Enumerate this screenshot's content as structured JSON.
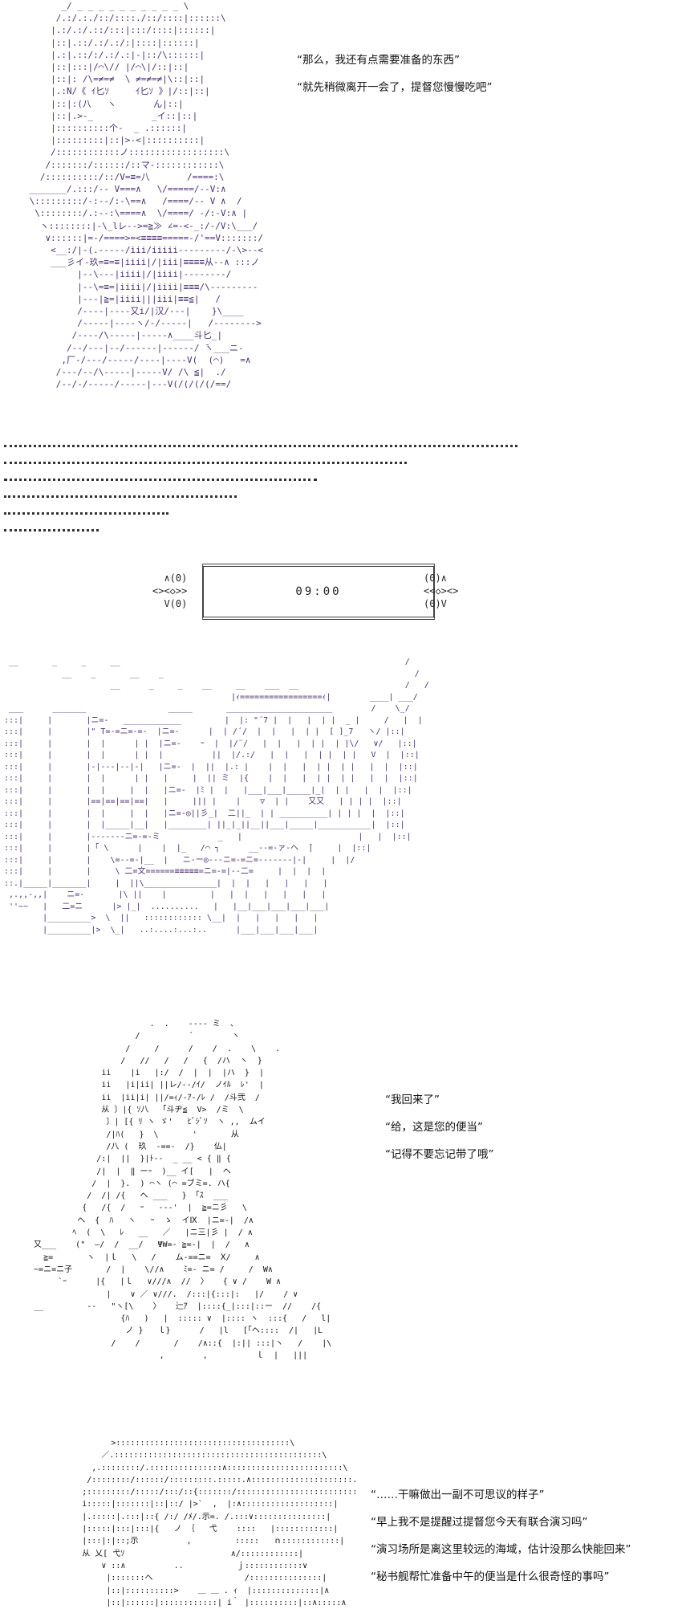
{
  "scene1": {
    "art": "       _/ _ _ _ _ _ _ _ _ _ _ \\\n      /.:/.:./::/::::./::/::::|::::::\\\n     |.:/.:/.::/:::|:::/::::|::::::|\n     |::|.::/.:/.:/:|::::|::::::|\n     |.:|.::/:/.:/.:|-|::/\\::::::|\n     |::|:::|/⌒\\// |/⌒\\|/::|::|\n     |::|: /\\=≠=≠  \\ ≠=≠=≠|\\::|::|\n     |.:N/《 ｲ匕ｿ     ｲ匕ｿ 》|/::|::|\n     |::|:(八   ヽ       ん|::|\n     |::|.>-_           _イ::|::|\n     |::::::::::个-  _ .::::::| \n     |:::::::::|::|>-<|::::::::::|\n     /::::::::::::ノ::::::::::::::::::\\\n    /:::::::/::::::/::マ-::::::::::::\\\n   /::::::::::/::/V=≡=八       /====:\\\n _______/.:::/-- V===∧   \\/=====/--V:∧\n \\:::::::::/-:--/:-\\==∧   /====/-- V ∧  /\n  \\::::::::/.:--:\\====∧  \\/====/ -/:-V:∧ |\n   ヽ::::::::|-\\_lレ-->=≧≫ ∠=-<-_:/-/V:\\___/\n    ∨::::::|=-/====>=<≡≡≡≡=====-/'==V:::::::/\n     <__:/|-(.-----/iii/iiiii---------/-\\>--<\n     ___彡イ-玖=≡=≡|iiii|/|iii|≡≡≡≡从--∧ :::ノ\n          |--\\---|iiii|/|iiii|--------/\n          |--\\=≡=|iiii|/|iiii|≡≡≡/\\---------\n          |---|≧=|iiii|||iii|≡≡≦|   /\n          /----|----又i/|汉/---|    }\\____\n          /-----|----ヽ/-/-----|   /-------->\n         /----/\\-----|-----∧____斗匕_|\n        /--/---|--/------|------/ ̄ヽ___ニ-\n       ,厂-/---/-----/----|----V(  (⌒)   =∧\n      /---/--/\\-----|-----V/ /\\ ≦|  ./\n      /--/-/-----/-----|---V(/(/(/(/==/"
  },
  "dialogue1": {
    "line1": "“那么，我还有点需要准备的东西”",
    "line2": "“就先稍微离开一会了，提督您慢慢吃吧”"
  },
  "clock": {
    "left_deco": "  ∧(0)\n<><◇>>\n  V(0)",
    "right_deco": "(0)∧\n<<◇><>\n(0)V",
    "time": "09:00"
  },
  "scene2": {
    "art": " __       _     _     __                                                           /\n            __    _       __    _                                                    /\n                      __      _     _    __     __    ___  __                      /   /\n                                               |ｨ=================ｨ|        ____| ___/\n ___      _______                 _____       ______________________        /    \\_/\n:::|     |       |ニ=-   ____________         |  |: \"´7 |  |   |  | |  _ |     /   |  |\n:::|     |       |\" T=-=ニ=-=-  |ニ=-      |  | /´/  |  |   |  | |  [ ]_7   ヽ/ |::|\n:::|     |       |  |      | |  |ニ=-    ｰ  |  |/¨/   |  |   |  | |  | |\\/   ∨/   |::|\n:::|     |       |  |      | |  |          ||  |/.:/   |  |   |  | |  | |   V  |  |::|\n:::|     |       |-|---|--|-|   |ニ=-  |  ||  |.: |    |  |   |  | |  | |   |  |  |::|\n:::|     |       |  |      | |   |     |  || ミ  |{    |  |   |  | |  | |   |  |  |::|\n:::|     |       |  |     |  |   |ニ=-  |ﾐ |  |   |___|___|_____|_|  | |   |  |  |::|\n:::|     |       |==|==|==|==|   |     ||| |    |    ▽  | |    又又   | | | |  |::|\n:::|     |       |  |     |  |   |ニ=-◎||彡_|  二||_  | | __________| | | |  |  |::|\n:::|     |       |  |_____|__|   |________| ||_|_||__||___|_____|___________|  |::|\n:::|     |       |-------ニ=-=-ミ            _   |                        |   |  |::|\n:::|     |       |「 \\      |    |  |_   /⌒ ┐      __--=-ァ-ヘ  ̄|     |  |::|\n:::|     |       |    \\=--=-|__  |   ニ-ー◎---ニ=-=ニ=-------|-|     |  |/\n:::|     |       |     \\ 二=文======≡≡≡≡≡=ニ=-=|--二=     |  |  |  |\n::.|_____|_______|     |  ||\\_______________|  |  |   |   |   |   |\n ,.,,-,,|    ニ=-       |\\ ||    |         |   |  |   |   |   |   |\n ''~~   |   二=ニ      |> |_|  ..........   |   |__|___|___|___|___|\n        |_________>  \\  ||   :::::::::::: \\__|  |   |   |   |   |\n        |_________|>  \\_|   ..:....:...:..      |___|___|___|___|"
  },
  "scene3": {
    "art": "                          .  .    ---- ミ  、\n                       /          ´        ヽ\n                     /     /      /    /  .    \\    .\n                    /   //   /   /   {  /ハ  ヽ  }\n                ii    |i   |:/  /  |  |  |ハ  }  |\n                ii   |i|ii| ||レ/--/ｲ/  ノｲﾙ  ﾚ'  |\n                ii  |ii|i| ||/=ｨ/-ｱ-/ﾚ /  /斗弐  /\n                从 〕|{ ｿ八  「斗ヂ≦  V>  /ミ  \\\n                 〕| [{ ﾘ ヽ ゞ'   ﾋﾞｼﾞｿ  ヽ ,,  ムイ\n                 /|ﾊ(   }  \\       '       从\n                 /八 (  玖  ‐==‐  /}    仏|\n               /:|  ||  }|ﾄ--  _ __ < { ‖ {\n               /|  |  ‖ ーｰ  )__ イ[   |  ヘ\n              /  |  }.  ) ⌒ヽ (⌒ =ブミ=. ハ{\n             /  /| /{   ヘ ___   } 「ｽ  ___\n            {   /{  /   ｰ   ---'  |  ≧=ニ彡   \\\n           ヘ  {  ﾊ   ヽ   ｰ  ゝ  イⅨ  |ニ=-|  /∧\n          ﾍ  (  \\   ﾚ   __   ／   |ニ三|彡 |  / ∧\n  又___    (\"  ―/  /  __/   ΨW=- ≧=-|  |  /   ∧\n    ≧=       ヽ  |ｌ   \\   /    ム-==ニ=  Ⅹ/     ∧\n  ~=ニ=ニ子       /  |    \\//∧    ﾐ=- ニ= /     /  W∧\n       `ｰ      |{   |ｌ   ∨///∧  //  〉   { ∨ /    W ∧\n                 |    ∨ ／ ∨///.  /:::|{:::|:   |/    / ∨\n  __         --   \"ヽ[\\    〉   辷ｱ  |::::{_|:::|::ー  //    /{\n                    {ﾊ   )   |  ::::: ∨  |:::: ヽ  :::{   /   l|\n                     ノ }   ｌ}      /   |l   [｢ヘ::::  /|   |L\n                  /    /       /    /∧::{  |:|| :::|ヽ   /    |\\\n                            ,        ,          ｌ  |   |||    "
  },
  "dialogue2": {
    "line1": "“我回来了”",
    "line2": "“给，这是您的便当”",
    "line3": "“记得不要忘记带了哦”"
  },
  "scene4": {
    "art": "                  >::::::::::::::::::::::::::::::::::::\\\n                ／.:::::::::::::::::::::::::::::::::::::::::::\\\n              ,.::::::::/.:::::::::::::::∧::::::::::::::::::::::::\\\n             /::::::::/::::::/:::::::::.:::::.∧:::::::::::::::::::::.\n            ;:::::::::/:::::/:::/::{:::::::/:::::::::::::::::::::::::\n            i:::::|:::::::|::|::/ |>`  ,  |:∧:::::::::::::::::::|\n            |.:::::|.:::|::{ /:/ /ﾒ/.示=. /.:::∨:::::::::::::::|\n            |:::::|:::|:::|{   ノ ｛   弋    ::::   |::::::::::::|\n            |:::|:|::;示          ,         :::::   ｎ::::::::::::|\n            从 乂[ 弋ｿ                      ∧/::::::::::::|\n                ∨ ::∧          ..           ｊ::::::::::::∨\n                 |:::::::へ                   /:::::::::::::::|\n                 |::|::::::::::>    ＿ ＿ . ｨ  |::::::::::::::|∧\n                 |::|::::::|::::::::::::| i｀ |::::::::::|::∧:::::∧"
  },
  "dialogue3": {
    "line1": "“……干嘛做出一副不可思议的样子”",
    "line2": "“早上我不是提醒过提督您今天有联合演习吗”",
    "line3": "“演习场所是离这里较远的海域，估计没那么快能回来”",
    "line4": "“秘书舰帮忙准备中午的便当是什么很奇怪的事吗”"
  },
  "colors": {
    "art_purple": "#4a2f70",
    "ink": "#111111",
    "background": "#ffffff"
  }
}
